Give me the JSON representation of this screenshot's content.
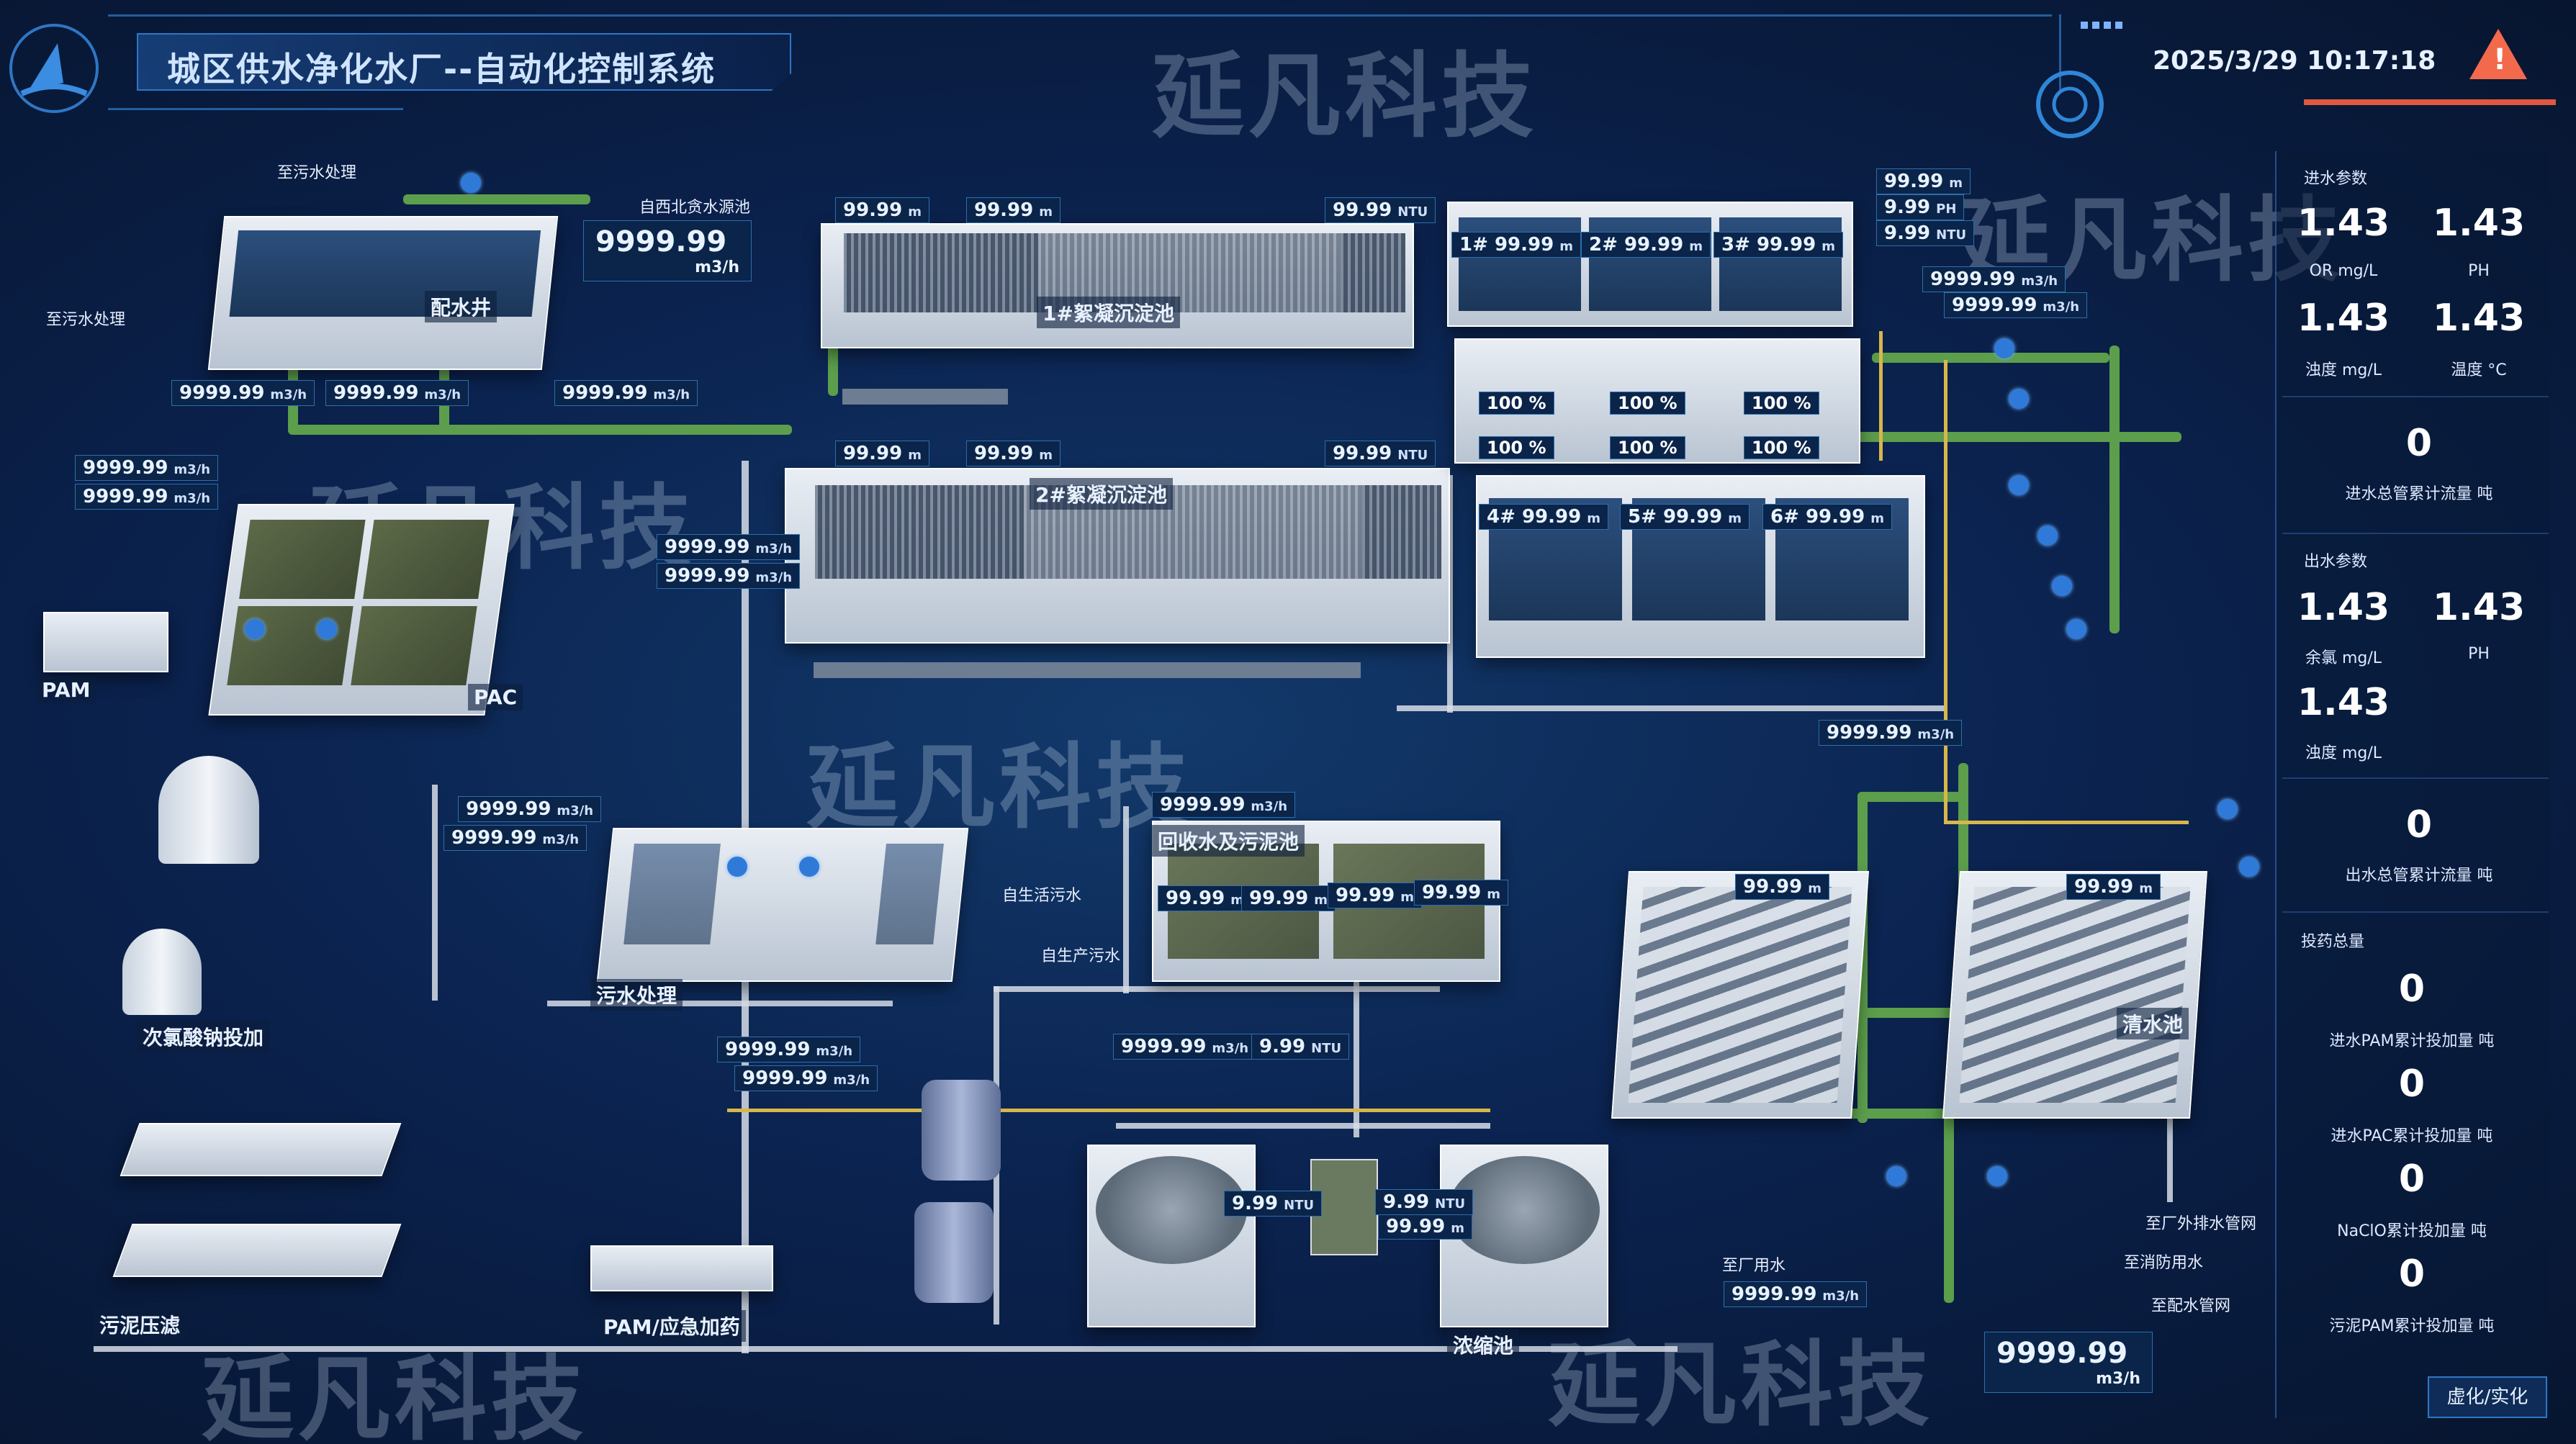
{
  "header": {
    "title": "城区供水净化水厂--自动化控制系统",
    "datetime": "2025/3/29 10:17:18"
  },
  "watermark": "延凡科技",
  "process_labels": {
    "distribution_well": "配水井",
    "settling_tank_1": "1#絮凝沉淀池",
    "settling_tank_2": "2#絮凝沉淀池",
    "pam": "PAM",
    "pac": "PAC",
    "sodium_hypochlorite": "次氯酸钠投加",
    "sludge_press": "污泥压滤",
    "sewage_treatment": "污水处理",
    "recycle_tank": "回收水及污泥池",
    "pam_emergency": "PAM/应急加药",
    "thickener": "浓缩池",
    "clear_water_tank": "清水池",
    "filter_1": "1#",
    "filter_2": "2#",
    "filter_3": "3#",
    "filter_4": "4#",
    "filter_5": "5#",
    "filter_6": "6#"
  },
  "flow_labels": {
    "to_sewage_top": "至污水处理",
    "to_sewage_left": "至污水处理",
    "from_source": "自西北贪水源池",
    "from_domestic": "自生活污水",
    "from_production": "自生产污水",
    "to_factory": "至厂用水",
    "to_fire": "至消防用水",
    "to_distribution": "至配水管网",
    "to_external": "至厂外排水管网"
  },
  "readings": {
    "main_inflow": {
      "value": "9999.99",
      "unit": "m3/h"
    },
    "main_outflow": {
      "value": "9999.99",
      "unit": "m3/h"
    },
    "flow": "9999.99",
    "level": "99.99",
    "turbidity": "9.99",
    "ph": "9.99",
    "pct": "100 %",
    "unit_m3h": "m3/h",
    "unit_m": "m",
    "unit_ntu": "NTU",
    "unit_ph": "PH"
  },
  "panel": {
    "inlet_title": "进水参数",
    "inlet": [
      {
        "value": "1.43",
        "label": "OR mg/L"
      },
      {
        "value": "1.43",
        "label": "PH"
      },
      {
        "value": "1.43",
        "label": "浊度 mg/L"
      },
      {
        "value": "1.43",
        "label": "温度 °C"
      }
    ],
    "inlet_total": {
      "value": "0",
      "label": "进水总管累计流量 吨"
    },
    "outlet_title": "出水参数",
    "outlet": [
      {
        "value": "1.43",
        "label": "余氯 mg/L"
      },
      {
        "value": "1.43",
        "label": "PH"
      },
      {
        "value": "1.43",
        "label": "浊度 mg/L"
      }
    ],
    "outlet_total": {
      "value": "0",
      "label": "出水总管累计流量 吨"
    },
    "dosing_title": "投药总量",
    "dosing": [
      {
        "value": "0",
        "label": "进水PAM累计投加量 吨"
      },
      {
        "value": "0",
        "label": "进水PAC累计投加量 吨"
      },
      {
        "value": "0",
        "label": "NaClO累计投加量 吨"
      },
      {
        "value": "0",
        "label": "污泥PAM累计投加量 吨"
      }
    ],
    "toggle_button": "虚化/实化"
  }
}
